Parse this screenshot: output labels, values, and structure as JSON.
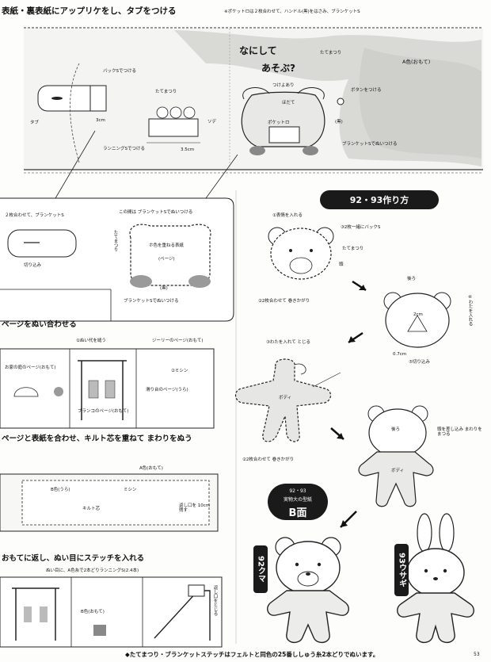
{
  "header": {
    "title": "表紙・裏表紙にアップリケをし、タブをつける",
    "note": "※ポケットロは２枚合わせて、ハンドル(黒)をはさみ、ブランケットS"
  },
  "cover": {
    "title_line1": "なにして",
    "title_line2": "あそぶ?",
    "labels": {
      "tatematsuri_top": "たてまつり",
      "a_omote": "A色(おもて)",
      "button": "ボタンをつける",
      "tsuketaburi": "つけよあり",
      "hodate": "ほだて",
      "pocket": "ポケットロ",
      "kuro": "(黒)",
      "blanket": "ブランケットSでぬいつける",
      "back_s": "バックSでつける",
      "three_cm": "3cm",
      "tab": "タブ",
      "tatematsuri_small": "たてまつり",
      "running": "ランニングSでつける",
      "three_five_cm": "3.5cm",
      "sode": "ソデ"
    }
  },
  "detail": {
    "labels": {
      "two_blanket": "２枚合わせて、ブランケットS",
      "cut_in": "切り込み",
      "between": "この間は ブランケットSでぬいつける",
      "tatematsuri": "たてまつり",
      "back_page": "ホ色を重ねる表紙",
      "page_label": "(ページ)",
      "kuro": "(黒)",
      "blanket_sew": "ブランケットSでぬいつける"
    }
  },
  "steps": {
    "s3": "ページをぬい合わせる",
    "s3_labels": {
      "sew": "①ぬい代を縫う",
      "zigzag": "ジーリーのページ(おもて)",
      "zigzag2": "②ミシン",
      "house": "お家の庭のページ(おもて)",
      "swing": "ブランコのページ(おもて)",
      "kuri": "滑り台のページ(うら)"
    },
    "s4": "ページと表紙を合わせ、キルト芯を重ねて まわりをぬう",
    "s4_labels": {
      "a_omote": "A色(おもて)",
      "b_ura": "B色(うら)",
      "mishin": "ミシン",
      "quilt": "キルト芯",
      "leave": "返し口を 10cm残す"
    },
    "s5": "おもてに返し、ぬい目にステッチを入れる",
    "s5_labels": {
      "running": "ぬい目に、A色糸で2本どりランニングS(2.4本)",
      "b_omote": "B色(おもて)",
      "kaeshi": "返し口をとじる"
    }
  },
  "how_to": {
    "badge": "92・93作り方",
    "bear_face": {
      "l1": "①表情を入れる",
      "l2": "③2枚一緒にバックS",
      "l3": "たてまつり",
      "l4": "頭",
      "l5": "②2枚合わせて 巻きかがり"
    },
    "bear_back": {
      "l1": "後ろ",
      "l2": "④わたを入れる",
      "l3": "2cm",
      "l4": "⑤切り込み",
      "l5": "0.7cm"
    },
    "body": {
      "l1": "③わたを入れて とじる",
      "l2": "ボディ",
      "l3": "②2枚合わせて 巻きかがり"
    },
    "final": {
      "l1": "頭を差し込み まわりをまつる",
      "l2": "後ろ",
      "l3": "ボディ"
    },
    "pattern": {
      "l1": "92・93",
      "l2": "実物大の型紙",
      "l3": "B面"
    },
    "bear_label": "92クマ",
    "rabbit_label": "93ウサギ"
  },
  "footer": "◆たてまつり・ブランケットステッチはフェルトと同色の25番ししゅう糸2本どりでぬいます。",
  "page_number": "53"
}
